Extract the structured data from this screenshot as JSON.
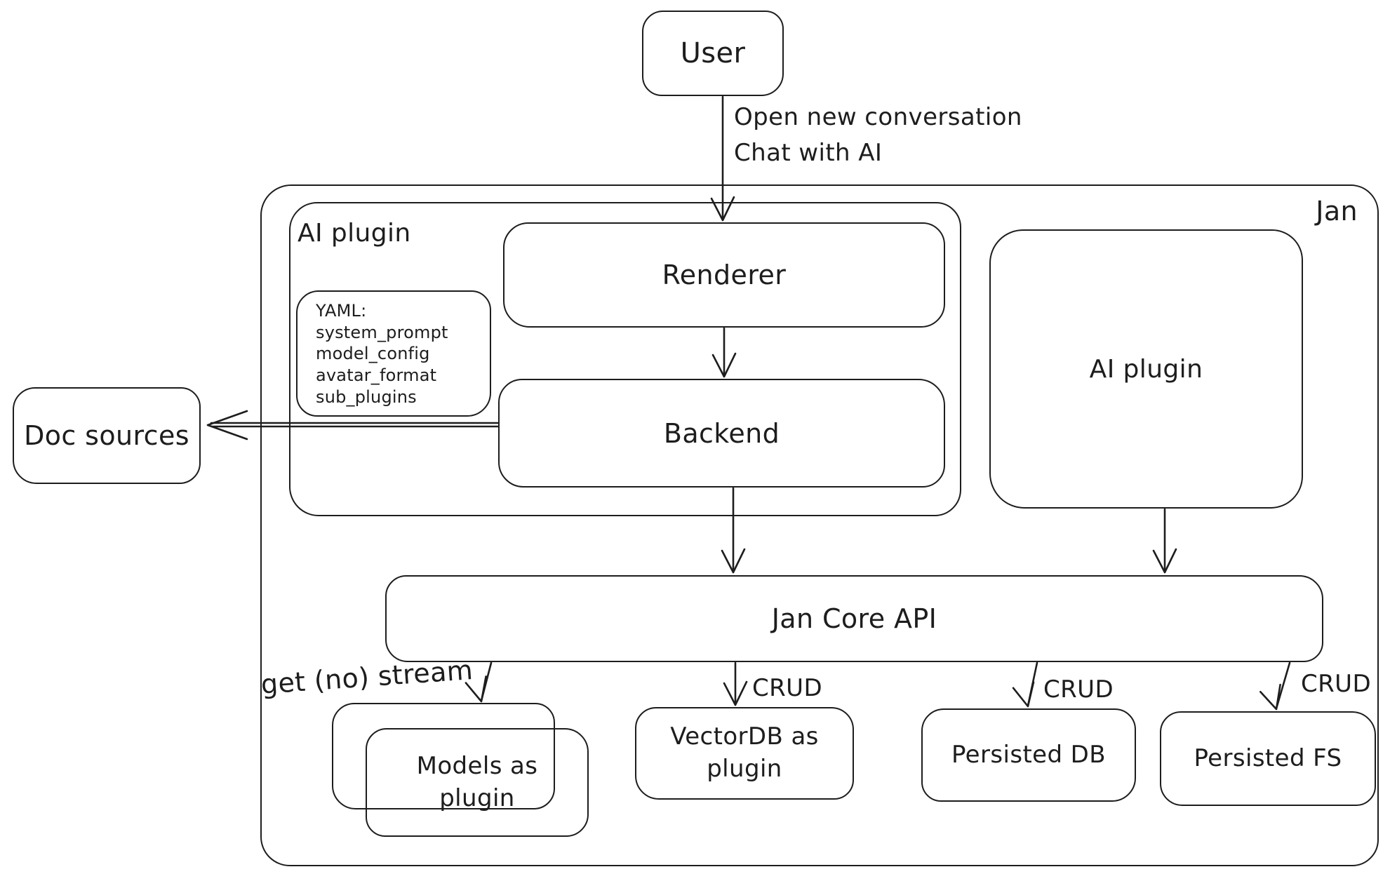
{
  "canvas": {
    "background_color": "#ffffff",
    "ink_color": "#1d1d1d"
  },
  "nodes": {
    "user": "User",
    "jan_container": "Jan",
    "ai_plugin_container": "AI plugin",
    "yaml_note": "YAML:\nsystem_prompt\nmodel_config\navatar_format\nsub_plugins",
    "renderer": "Renderer",
    "backend": "Backend",
    "doc_sources": "Doc sources",
    "ai_plugin_right": "AI plugin",
    "jan_core_api": "Jan Core API",
    "models_plugin": "Models as\nplugin",
    "vectordb_plugin": "VectorDB as\nplugin",
    "persisted_db": "Persisted DB",
    "persisted_fs": "Persisted FS"
  },
  "edge_labels": {
    "user_flow": "Open new conversation\nChat with AI",
    "get_stream": "get (no) stream",
    "crud_vectordb": "CRUD",
    "crud_persisted_db": "CRUD",
    "crud_persisted_fs": "CRUD"
  }
}
